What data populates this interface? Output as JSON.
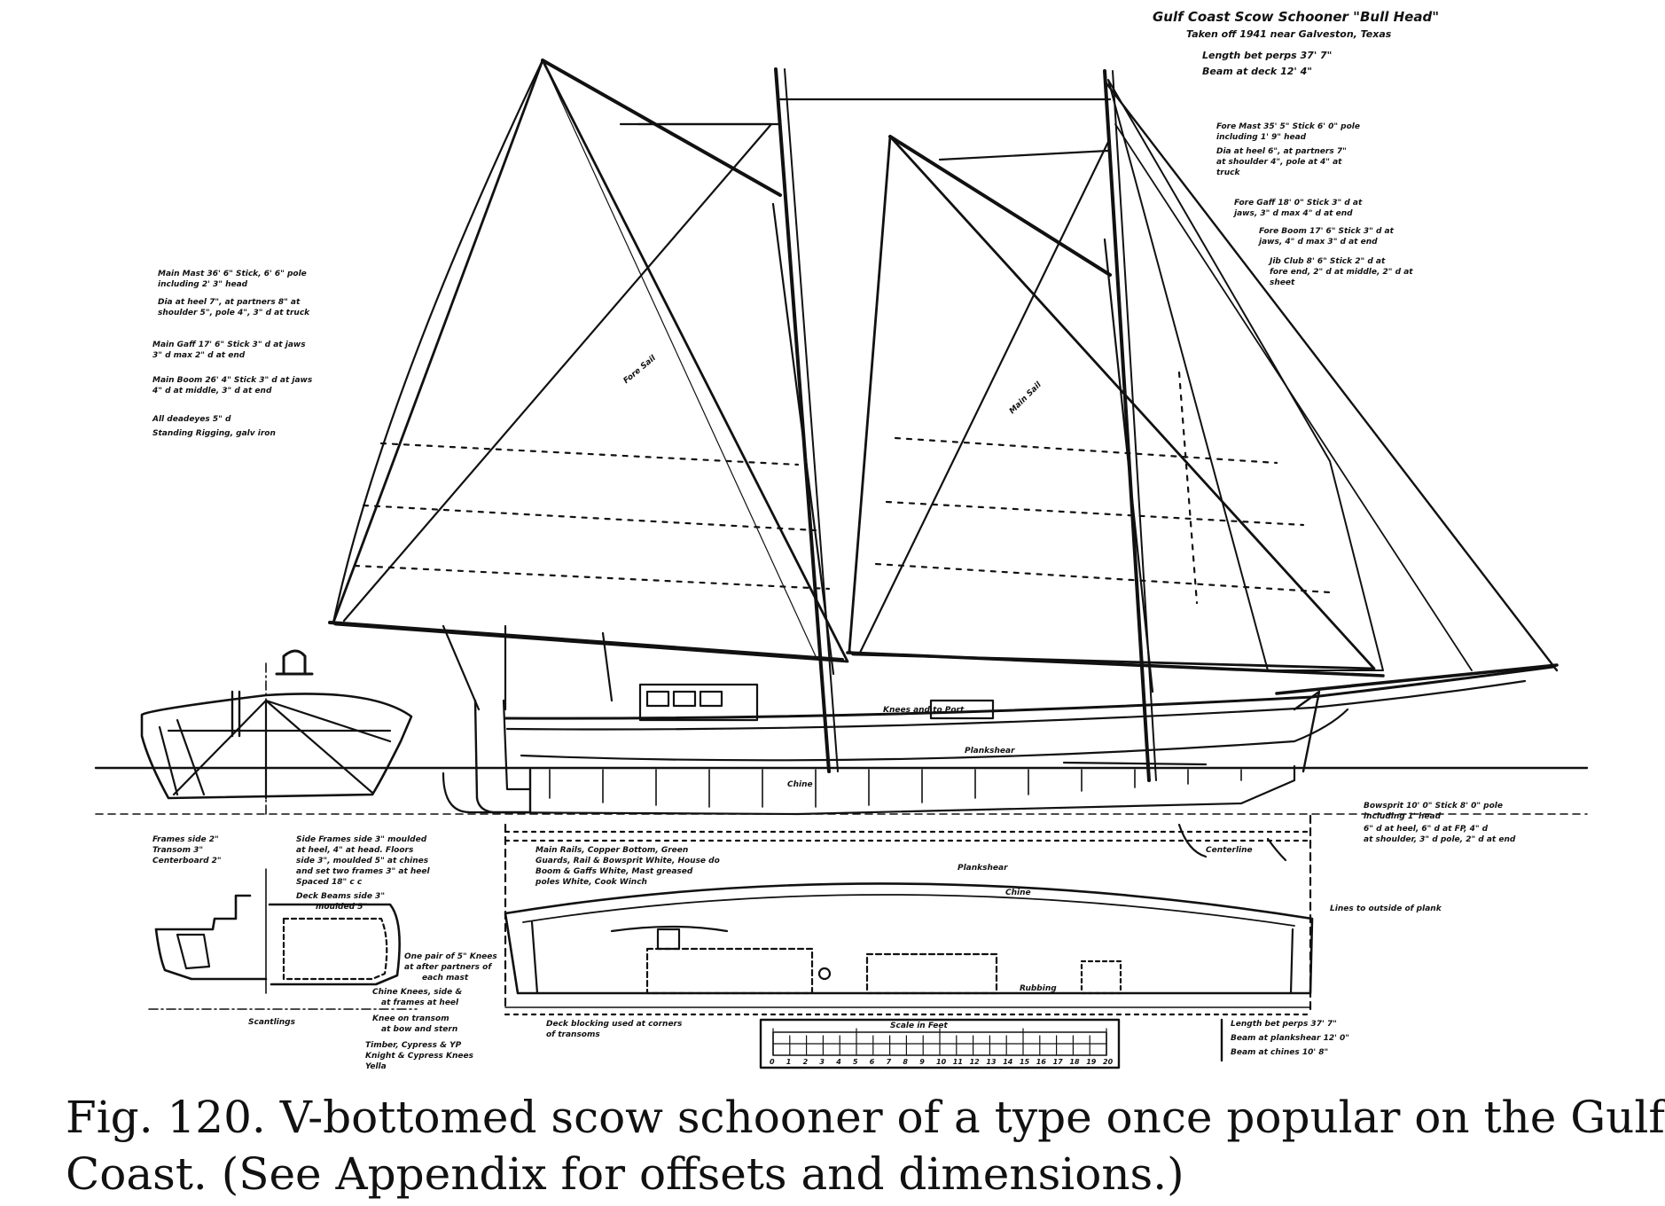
{
  "caption": {
    "line1": "Fig. 120. V-bottomed scow schooner of a type once popular on the Gulf",
    "line2": "Coast. (See Appendix for offsets and dimensions.)"
  },
  "notes": {
    "title": "Gulf Coast Scow Schooner \"Bull Head\"",
    "title_sub1": "Taken off 1941 near Galveston, Texas",
    "title_sub2": "Length bet perps 37' 7\"",
    "title_sub3": "Beam at deck 12' 4\"",
    "foremast_1": "Fore Mast 35' 5\" Stick 6' 0\" pole",
    "foremast_2": "including 1' 9\" head",
    "foremast_3": "Dia at heel 6\", at partners 7\"",
    "foremast_4": "at shoulder 4\", pole at 4\" at",
    "foremast_5": "truck",
    "foregaff_1": "Fore Gaff 18' 0\" Stick 3\" d at",
    "foregaff_2": "jaws, 3\" d max 4\" d at end",
    "forebeam_1": "Fore Boom 17' 6\" Stick 3\" d at",
    "forebeam_2": "jaws, 4\" d max 3\" d at end",
    "jibclub_1": "Jib Club 8' 6\" Stick 2\" d at",
    "jibclub_2": "fore end, 2\" d at middle, 2\" d at",
    "jibclub_3": "sheet",
    "mainmast_1": "Main Mast 36' 6\" Stick, 6' 6\" pole",
    "mainmast_2": "including 2' 3\" head",
    "mainmast_3": "Dia at heel 7\", at partners 8\" at",
    "mainmast_4": "shoulder 5\", pole 4\", 3\" d at truck",
    "maingaff_1": "Main Gaff 17' 6\" Stick 3\" d at jaws",
    "maingaff_2": "3\" d max 2\" d at end",
    "mainboom_1": "Main Boom 26' 4\" Stick 3\" d at jaws",
    "mainboom_2": "4\" d at middle, 3\" d at end",
    "deadeyes": "All deadeyes 5\" d",
    "rigging": "Standing Rigging, galv iron",
    "bowsprit_1": "Bowsprit 10' 0\" Stick 8' 0\" pole",
    "bowsprit_2": "including 1' head",
    "bowsprit_3": "6\" d at heel, 6\" d at FP, 4\" d",
    "bowsprit_4": "at shoulder, 3\" d pole, 2\" d at end",
    "outside_plank": "Lines to outside of plank",
    "scantling_1": "Frames side 2\"",
    "scantling_2": "Transom 3\"",
    "scantling_3": "Centerboard 2\"",
    "frames_1": "Side Frames side 3\" moulded",
    "frames_2": "at heel, 4\" at head. Floors",
    "frames_3": "side 3\", moulded 5\" at chines",
    "frames_4": "and set two frames 3\" at heel",
    "frames_5": "Spaced 18\" c c",
    "frames_6": "Deck Beams side 3\"",
    "frames_7": "moulded 5\"",
    "mainrail_1": "Main Rails, Copper Bottom, Green",
    "mainrail_2": "Guards, Rail & Bowsprit White, House do",
    "mainrail_3": "Boom & Gaffs White, Mast greased",
    "mainrail_4": "poles White, Cook Winch",
    "knees_1": "One pair of 5\" Knees",
    "knees_2": "at after partners of",
    "knees_3": "each mast",
    "knees_4": "Chine Knees, side &",
    "knees_5": "at frames at heel",
    "knees_6": "Knee on transom",
    "knees_7": "at bow and stern",
    "timber_1": "Timber, Cypress & YP",
    "timber_2": "Knight & Cypress Knees",
    "timber_3": "Yella",
    "deck_blocking_1": "Deck blocking used at corners",
    "deck_blocking_2": "of transoms",
    "dims_1": "Length bet perps 37' 7\"",
    "dims_2": "Beam at plankshear 12' 0\"",
    "dims_3": "Beam at chines 10' 8\"",
    "scantlings_label": "Scantlings",
    "scale_label": "Scale in Feet",
    "knees_label": "Knees and to Port",
    "chine_label": "Chine",
    "plankshear_label": "Plankshear",
    "rubbing_label": "Rubbing",
    "centerline_label": "Centerline",
    "fore_sail_label": "Fore Sail",
    "main_sail_label": "Main Sail"
  },
  "scale": {
    "ticks": [
      "0",
      "1",
      "2",
      "3",
      "4",
      "5",
      "6",
      "7",
      "8",
      "9",
      "10",
      "11",
      "12",
      "13",
      "14",
      "15",
      "16",
      "17",
      "18",
      "19",
      "20"
    ]
  }
}
